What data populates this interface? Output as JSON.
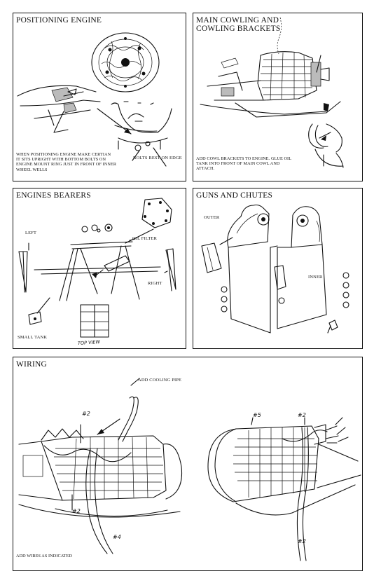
{
  "panels": {
    "positioning": {
      "title": "POSITIONING ENGINE",
      "note": "WHEN POSITIONING ENGINE MAKE CERTIAN\nIT SITS UPRIGHT WITH BOTTOM BOLTS ON\nENGINE MOUNT RING JUST IN FRONT OF INNER\nWHEEL WELLS",
      "bolts_label": "BOLTS REST ON EDGE"
    },
    "cowling": {
      "title": "MAIN COWLING AND\nCOWLING BRACKETS",
      "note": "ADD COWL BRACKETS TO ENGINE. GLUE OIL\nTANK INTO FRONT OF MAIN COWL AND\nATTACH."
    },
    "bearers": {
      "title": "ENGINES BEARERS",
      "left": "LEFT",
      "oil_filter": "OIL FILTER",
      "right": "RIGHT",
      "small_tank": "SMALL TANK",
      "top_view": "TOP VIEW"
    },
    "guns": {
      "title": "GUNS AND CHUTES",
      "outer": "OUTER",
      "inner": "INNER"
    },
    "wiring": {
      "title": "WIRING",
      "cooling_pipe": "ADD COOLING PIPE",
      "note": "ADD WIRES AS INDICATED",
      "tags": [
        "#2",
        "#2",
        "#4",
        "#5",
        "#2",
        "#2"
      ]
    }
  }
}
